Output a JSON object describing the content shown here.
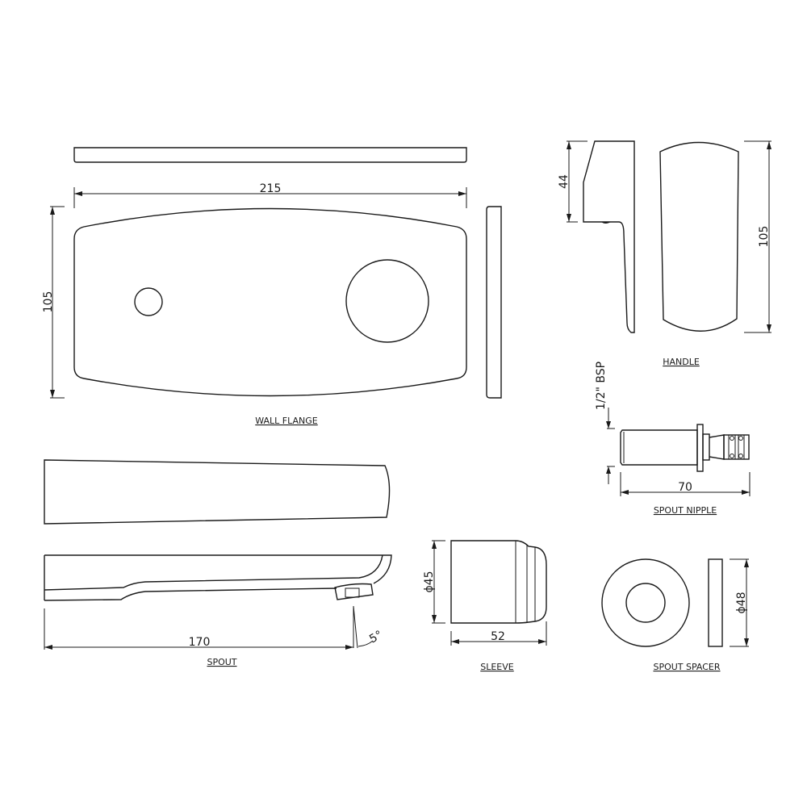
{
  "drawing": {
    "line_color": "#1a1a1a",
    "background": "#ffffff"
  },
  "wall_flange": {
    "label": "WALL FLANGE",
    "width_dim": "215",
    "height_dim": "105"
  },
  "handle": {
    "label": "HANDLE",
    "depth_dim": "44",
    "height_dim": "105"
  },
  "spout_nipple": {
    "label": "SPOUT NIPPLE",
    "thread_dim": "1/2\" BSP",
    "length_dim": "70"
  },
  "spout": {
    "label": "SPOUT",
    "length_dim": "170",
    "angle_dim": "5°"
  },
  "sleeve": {
    "label": "SLEEVE",
    "diameter_dim": "ϕ45",
    "length_dim": "52"
  },
  "spout_spacer": {
    "label": "SPOUT SPACER",
    "diameter_dim": "ϕ48"
  }
}
